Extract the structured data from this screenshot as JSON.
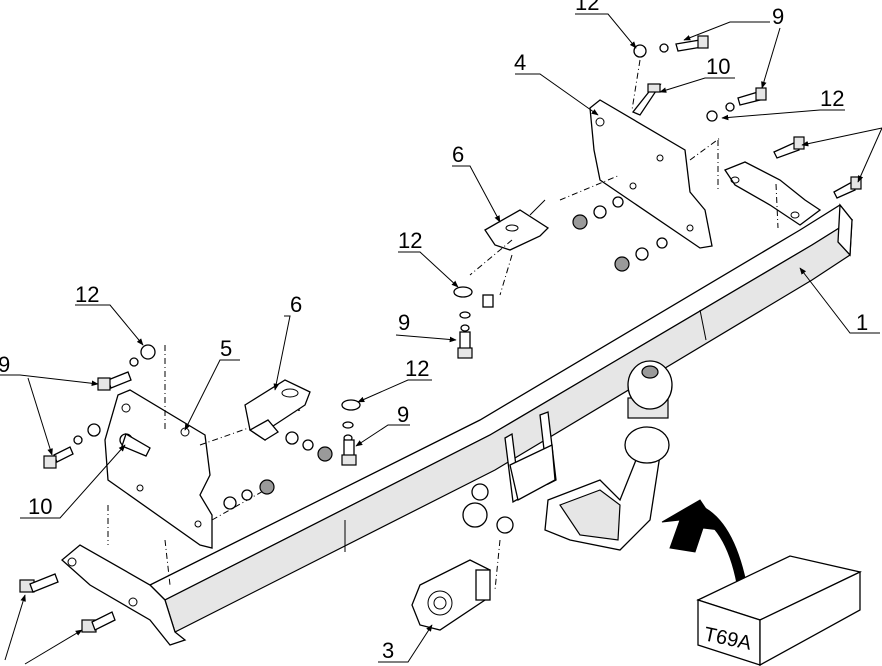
{
  "diagram": {
    "part_labels": {
      "p1": "1",
      "p3": "3",
      "p4": "4",
      "p5": "5",
      "p6a": "6",
      "p6b": "6",
      "p9a": "9",
      "p9b": "9",
      "p9c": "9",
      "p9d": "9",
      "p10a": "10",
      "p10b": "10",
      "p12a": "12",
      "p12b": "12",
      "p12c": "12",
      "p12d": "12",
      "p12e": "12"
    },
    "kit_code": "T69A"
  }
}
